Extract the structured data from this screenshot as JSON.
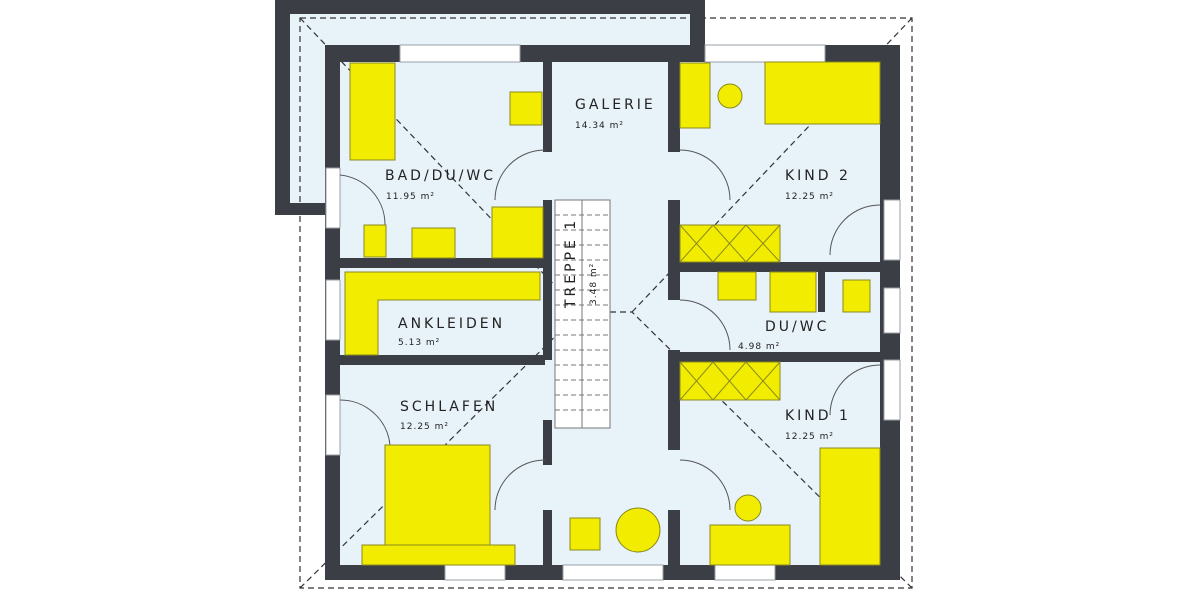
{
  "plan": {
    "colors": {
      "wall": "#3b3e45",
      "floor": "#e8f2f9",
      "furniture": "#f2ec00"
    },
    "rooms": [
      {
        "name": "GALERIE",
        "area": "14.34 m²"
      },
      {
        "name": "BAD/DU/WC",
        "area": "11.95 m²"
      },
      {
        "name": "KIND 2",
        "area": "12.25 m²"
      },
      {
        "name": "ANKLEIDEN",
        "area": "5.13 m²"
      },
      {
        "name": "DU/WC",
        "area": "4.98 m²"
      },
      {
        "name": "SCHLAFEN",
        "area": "12.25 m²"
      },
      {
        "name": "KIND 1",
        "area": "12.25 m²"
      },
      {
        "name": "TREPPE 1",
        "area": "3.48 m²"
      }
    ]
  }
}
